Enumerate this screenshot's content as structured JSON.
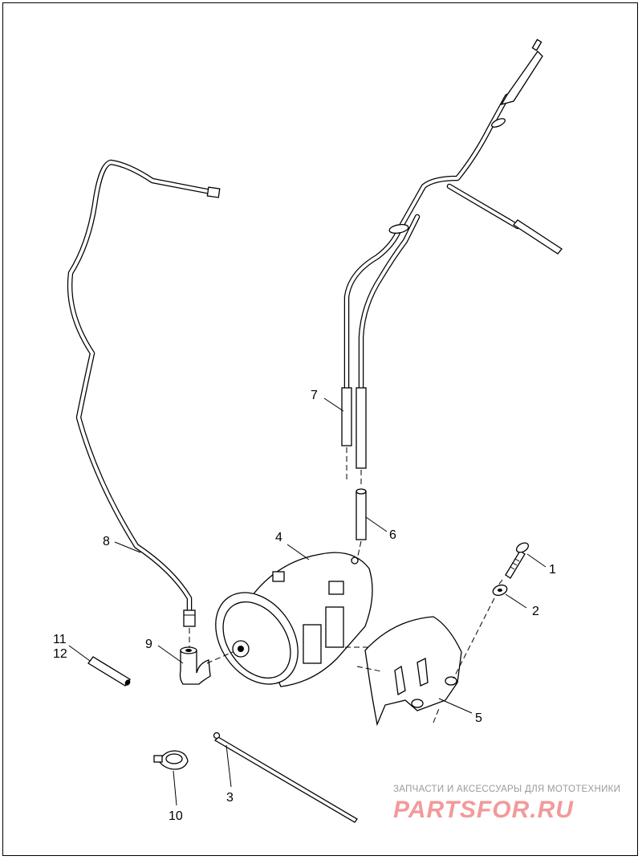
{
  "diagram": {
    "callouts": {
      "c1": "1",
      "c2": "2",
      "c3": "3",
      "c4": "4",
      "c5": "5",
      "c6": "6",
      "c7": "7",
      "c8": "8",
      "c9": "9",
      "c10": "10",
      "c11": "11",
      "c12": "12"
    }
  },
  "watermark": {
    "tagline": "ЗАПЧАСТИ И АКСЕССУАРЫ ДЛЯ МОТОТЕХНИКИ",
    "logo": "PARTSFOR.RU"
  },
  "colors": {
    "line": "#000000",
    "background": "#ffffff",
    "watermark_text": "#9a9a9a",
    "watermark_logo": "#f29a9a"
  }
}
